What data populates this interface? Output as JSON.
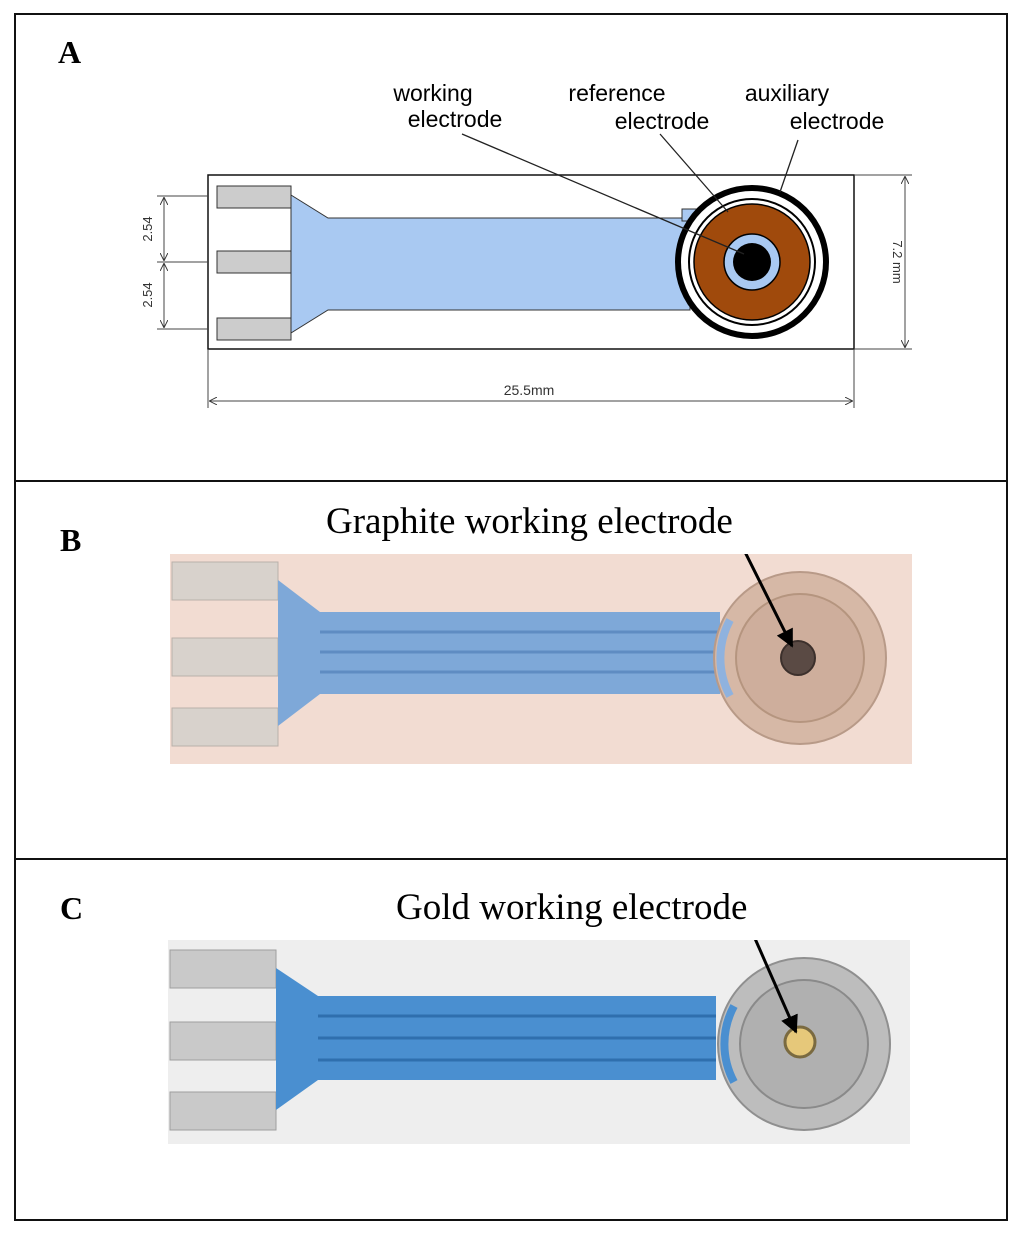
{
  "panels": {
    "a": {
      "label": "A",
      "labels": {
        "working_line1": "working",
        "working_line2": "electrode",
        "reference_line1": "reference",
        "reference_line2": "electrode",
        "auxiliary_line1": "auxiliary",
        "auxiliary_line2": "electrode"
      },
      "dimensions": {
        "pitch_upper": "2.54",
        "pitch_lower": "2.54",
        "width": "7.2 mm",
        "length": "25.5mm"
      }
    },
    "b": {
      "label": "B",
      "caption": "Graphite working electrode"
    },
    "c": {
      "label": "C",
      "caption": "Gold working electrode"
    }
  },
  "colors": {
    "track_blue": "#a9c9f2",
    "reference_brown": "#a04a0c",
    "contact_gray": "#cccccc",
    "photo_b_background": "#f2dcd2",
    "photo_c_background": "#eeeeee",
    "photo_track_blue": "#4a8fd0"
  }
}
